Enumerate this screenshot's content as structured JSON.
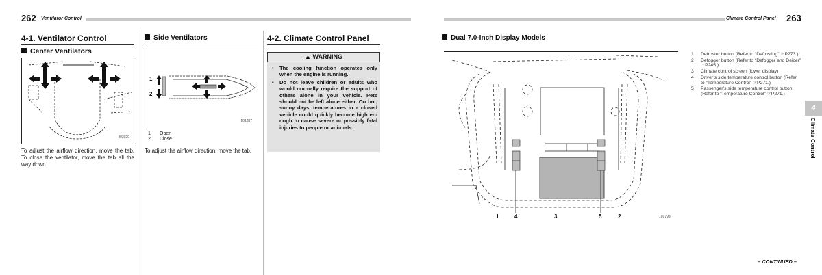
{
  "left_page": {
    "page_number": "262",
    "section_header": "Ventilator Control",
    "heading_41": "4-1. Ventilator Control",
    "center": {
      "title": "Center Ventilators",
      "figure_code": "403020",
      "text": "To adjust the airflow direction, move the tab. To close the ventilator, move the tab all the way down."
    },
    "side": {
      "title": "Side Ventilators",
      "figure_code": "101287",
      "callouts": [
        "1",
        "2"
      ],
      "legend": [
        {
          "num": "1",
          "label": "Open"
        },
        {
          "num": "2",
          "label": "Close"
        }
      ],
      "text": "To adjust the airflow direction, move the tab."
    },
    "heading_42": "4-2. Climate Control Panel",
    "warning": {
      "title": "WARNING",
      "items": [
        "The cooling function operates only when the engine is running.",
        "Do not leave children or adults who would normally require the support of others alone in your vehicle. Pets should not be left alone either. On hot, sunny days, temperatures in a closed vehicle could quickly become high en-ough to cause severe or possibly fatal injuries to people or ani-mals."
      ]
    }
  },
  "right_page": {
    "page_number": "263",
    "section_header": "Climate Control Panel",
    "title": "Dual 7.0-Inch Display Models",
    "figure_code": "101793",
    "callouts": [
      "1",
      "4",
      "3",
      "5",
      "2"
    ],
    "legend": [
      {
        "num": "1",
        "label": "Defroster button (Refer to “Defrosting” ☞P273.)"
      },
      {
        "num": "2",
        "label": "Defogger button (Refer to “Defogger and Deicer” ☞P245.)"
      },
      {
        "num": "3",
        "label": "Climate control screen (lower display)"
      },
      {
        "num": "4",
        "label": "Driver’s side temperature control button (Refer to “Temperature Control” ☞P271.)"
      },
      {
        "num": "5",
        "label": "Passenger’s side temperature control button (Refer to “Temperature Control” ☞P271.)"
      }
    ],
    "chapter_tab": {
      "number": "4",
      "label": "Climate Control"
    },
    "continued": "– CONTINUED –"
  }
}
